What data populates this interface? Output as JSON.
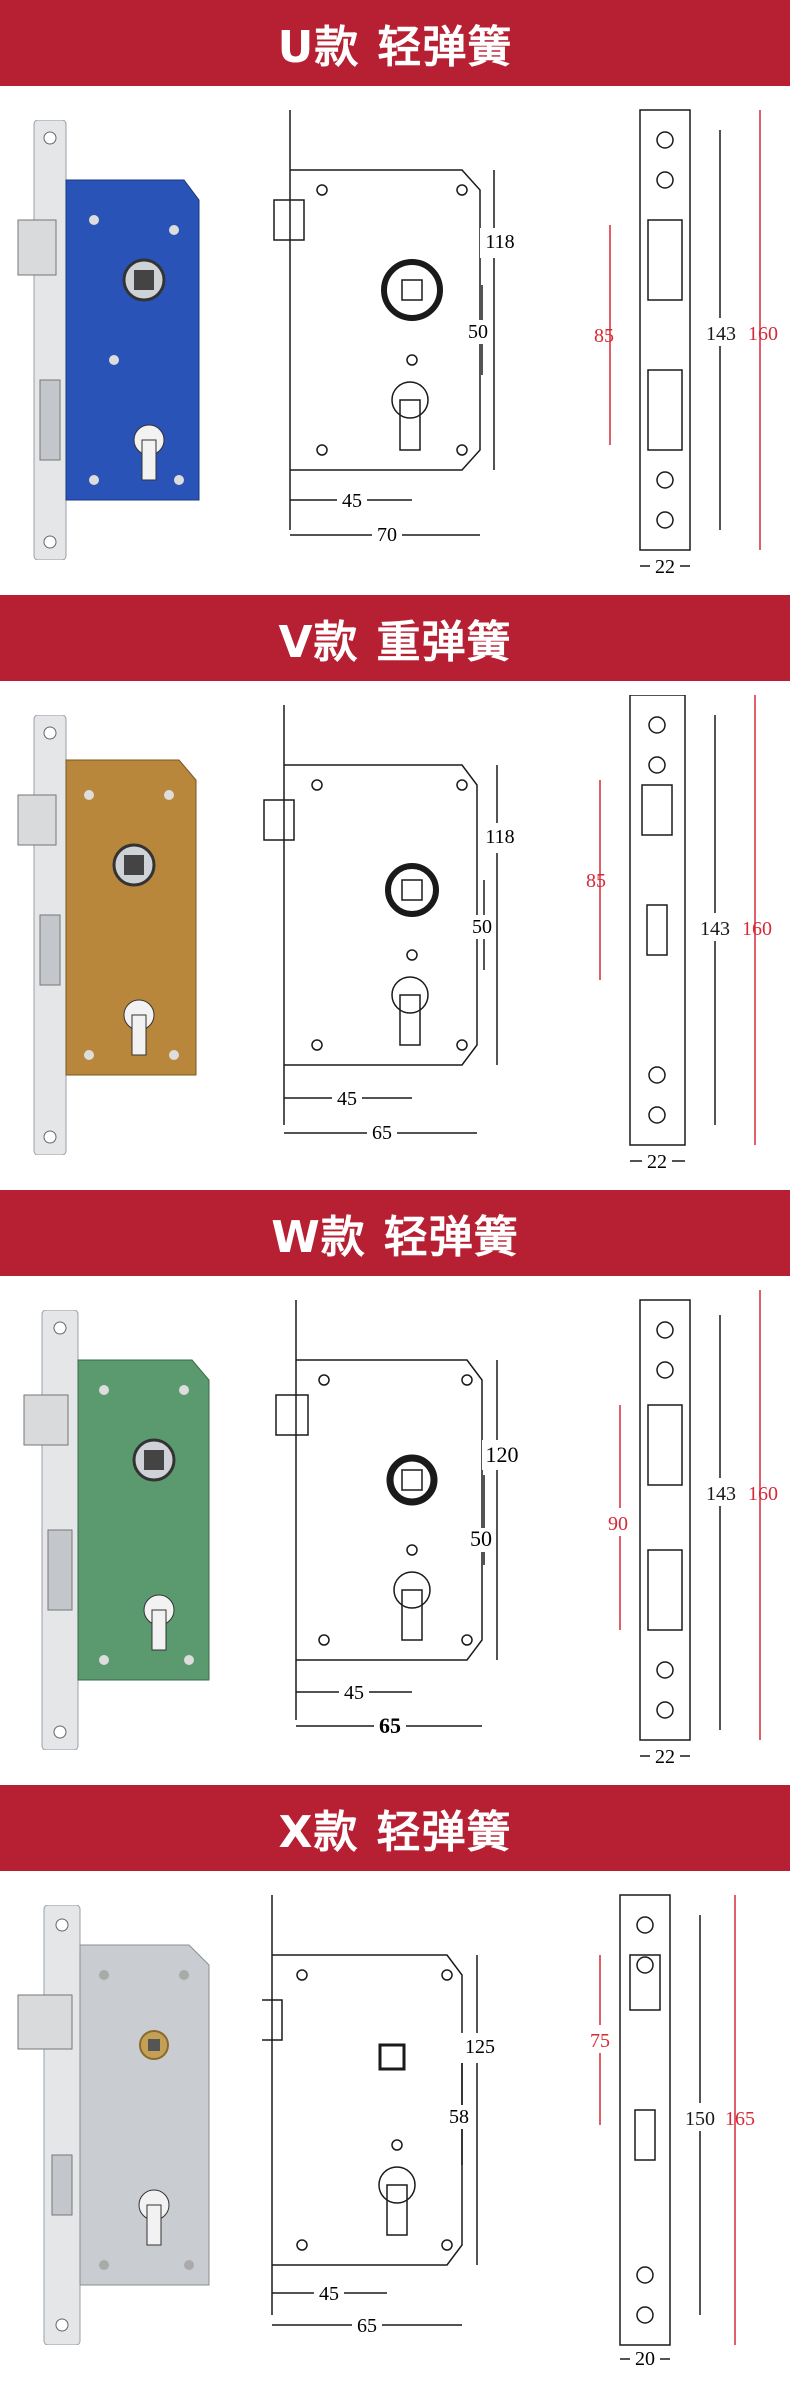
{
  "colors": {
    "banner_red": "#b71f32",
    "dim_red": "#d62a36",
    "dim_black": "#1a1a1a",
    "case_blue": "#2a53b8",
    "case_bronze": "#b8873c",
    "case_green": "#5b9a6e",
    "case_steel": "#c9ccd0"
  },
  "sections": [
    {
      "banner": {
        "model": "U款",
        "spring": "轻弹簧"
      },
      "case_color": "blue",
      "drawing": {
        "height": "118",
        "center": "50",
        "backset": "45",
        "width": "70"
      },
      "faceplate": {
        "strike": "85",
        "inner": "143",
        "total": "160",
        "plate_width": "22"
      }
    },
    {
      "banner": {
        "model": "V款",
        "spring": "重弹簧"
      },
      "case_color": "bronze",
      "drawing": {
        "height": "118",
        "center": "50",
        "backset": "45",
        "width": "65"
      },
      "faceplate": {
        "strike": "85",
        "inner": "143",
        "total": "160",
        "plate_width": "22"
      }
    },
    {
      "banner": {
        "model": "W款",
        "spring": "轻弹簧"
      },
      "case_color": "green",
      "drawing": {
        "height": "120",
        "center": "50",
        "backset": "45",
        "width": "65"
      },
      "faceplate": {
        "strike": "90",
        "inner": "143",
        "total": "160",
        "plate_width": "22"
      }
    },
    {
      "banner": {
        "model": "X款",
        "spring": "轻弹簧"
      },
      "case_color": "steel",
      "drawing": {
        "height": "125",
        "center": "58",
        "backset": "45",
        "width": "65"
      },
      "faceplate": {
        "strike": "75",
        "inner": "150",
        "total": "165",
        "plate_width": "20"
      }
    }
  ]
}
